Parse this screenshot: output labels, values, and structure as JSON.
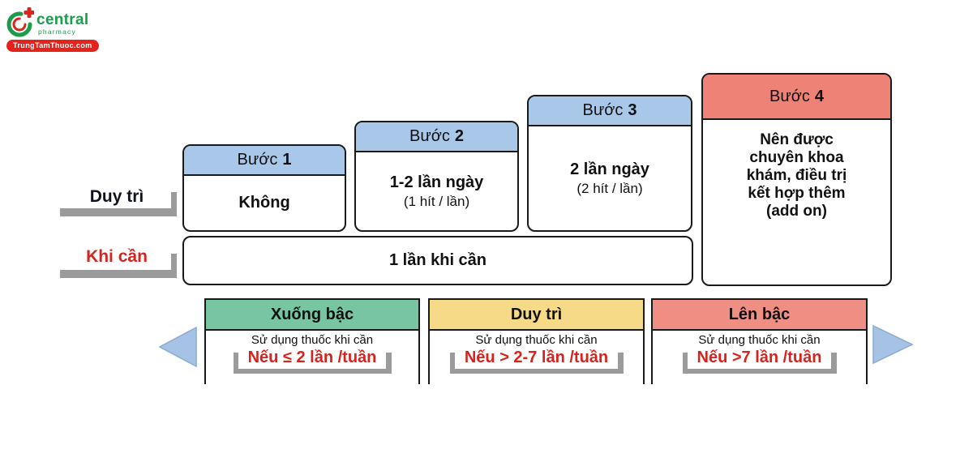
{
  "logo": {
    "brand": "central",
    "pharmacy": "pharmacy",
    "banner": "TrungTamThuoc.com",
    "brand_color": "#1e9c4d",
    "banner_color": "#e5231b"
  },
  "row_labels": {
    "maintenance": "Duy trì",
    "as_needed": "Khi cần"
  },
  "steps": [
    {
      "title_prefix": "Bước",
      "number": "1",
      "header_color": "#a9c7e8",
      "line_bold": "Không"
    },
    {
      "title_prefix": "Bước",
      "number": "2",
      "header_color": "#a9c7e8",
      "line_bold": "1-2 lần ngày",
      "line_normal": "(1 hít / lần)"
    },
    {
      "title_prefix": "Bước",
      "number": "3",
      "header_color": "#a9c7e8",
      "line_bold": "2 lần ngày",
      "line_normal": "(2 hít / lần)"
    },
    {
      "title_prefix": "Bước",
      "number": "4",
      "header_color": "#ee8277",
      "body_lines": [
        "Nên được",
        "chuyên khoa",
        "khám, điều trị",
        "kết hợp thêm",
        "(add on)"
      ]
    }
  ],
  "reliever_label": "1 lần khi cần",
  "bottom_sections": [
    {
      "title": "Xuống bậc",
      "header_color": "#77c5a1",
      "usage_line": "Sử dụng thuốc khi cần",
      "condition": "Nếu ≤ 2 lần /tuần"
    },
    {
      "title": "Duy trì",
      "header_color": "#f7da88",
      "usage_line": "Sử dụng thuốc khi cần",
      "condition": "Nếu > 2-7 lần /tuần"
    },
    {
      "title": "Lên bậc",
      "header_color": "#ef8e83",
      "usage_line": "Sử dụng thuốc khi cần",
      "condition": "Nếu >7 lần /tuần"
    }
  ],
  "colors": {
    "red_text": "#d6231e",
    "border": "#1a1a1a",
    "shadow_gray": "#9b9b9b",
    "arrow_blue": "#a6c2e4",
    "arrow_stroke": "#8aabd1",
    "step_blue": "#a9c7e8"
  }
}
